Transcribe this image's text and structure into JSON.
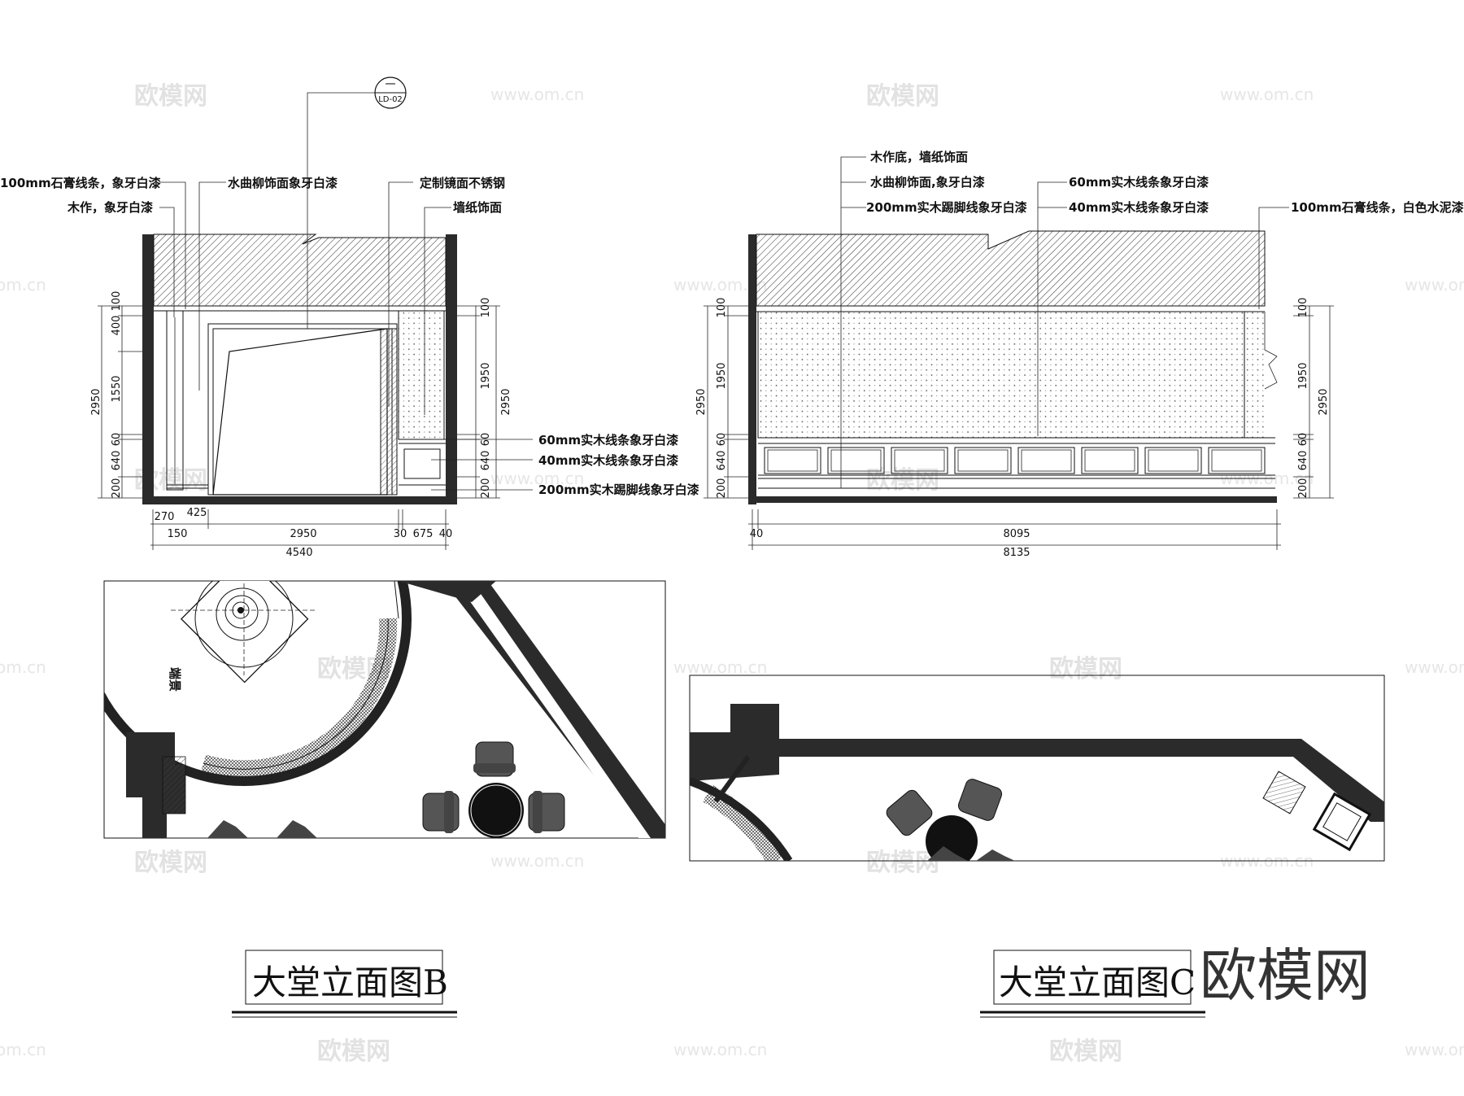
{
  "watermarks": {
    "cn": "欧模网",
    "url": "www.om.cn",
    "url_short": "om.cn"
  },
  "brand": {
    "text": "欧模网"
  },
  "elevation_b": {
    "title": "大堂立面图B",
    "index_symbol": {
      "top": "一",
      "bottom": "LD-02"
    },
    "labels": {
      "plaster_line": "100mm石膏线条，象牙白漆",
      "wood_work": "木作，象牙白漆",
      "willow_veneer": "水曲柳饰面象牙白漆",
      "mirror_steel": "定制镜面不锈钢",
      "wallpaper": "墙纸饰面",
      "line_60": "60mm实木线条象牙白漆",
      "line_40": "40mm实木线条象牙白漆",
      "skirting_200": "200mm实木踢脚线象牙白漆"
    },
    "dims_left": {
      "total": "2950",
      "d100": "100",
      "d400": "400",
      "d1550": "1550",
      "d60": "60",
      "d640": "640",
      "d200": "200"
    },
    "dims_right": {
      "total": "2950",
      "d100": "100",
      "d1950": "1950",
      "d60": "60",
      "d640": "640",
      "d200": "200"
    },
    "dims_bottom": {
      "d270": "270",
      "d425": "425",
      "d150": "150",
      "d2950": "2950",
      "d30": "30",
      "d675": "675",
      "d40": "40",
      "total": "4540"
    },
    "plan_label": "端景"
  },
  "elevation_c": {
    "title": "大堂立面图C",
    "labels": {
      "wood_base_wallpaper": "木作底，墙纸饰面",
      "willow_veneer": "水曲柳饰面,象牙白漆",
      "skirting_200": "200mm实木踢脚线象牙白漆",
      "line_60": "60mm实木线条象牙白漆",
      "line_40": "40mm实木线条象牙白漆",
      "plaster_line": "100mm石膏线条，白色水泥漆"
    },
    "dims_left": {
      "total": "2950",
      "d100": "100",
      "d1950": "1950",
      "d60": "60",
      "d640": "640",
      "d200": "200"
    },
    "dims_right": {
      "total": "2950",
      "d100": "100",
      "d1950": "1950",
      "d60": "60",
      "d640": "640",
      "d200": "200"
    },
    "dims_bottom": {
      "d40": "40",
      "d8095": "8095",
      "total": "8135"
    }
  }
}
